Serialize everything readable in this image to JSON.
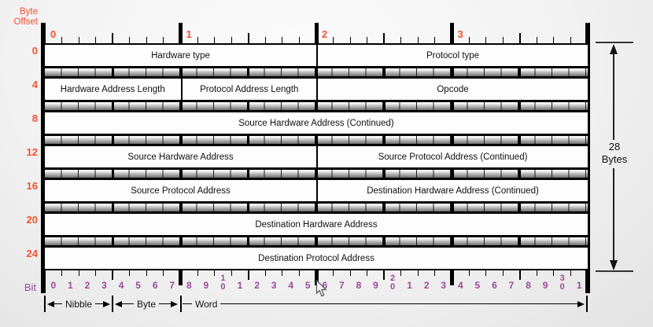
{
  "colors": {
    "accent_orange": "#f4502f",
    "accent_purple": "#9a4a9a",
    "line_black": "#000000"
  },
  "byte_offset_header": {
    "line1": "Byte",
    "line2": "Offset"
  },
  "top_ruler": {
    "byte_labels": [
      "0",
      "1",
      "2",
      "3"
    ]
  },
  "rows": [
    {
      "offset": "0",
      "fields": [
        {
          "label": "Hardware type",
          "bits": 16
        },
        {
          "label": "Protocol type",
          "bits": 16
        }
      ]
    },
    {
      "offset": "4",
      "fields": [
        {
          "label": "Hardware Address Length",
          "bits": 8
        },
        {
          "label": "Protocol Address Length",
          "bits": 8
        },
        {
          "label": "Opcode",
          "bits": 16
        }
      ]
    },
    {
      "offset": "8",
      "fields": [
        {
          "label": "Source Hardware Address (Continued)",
          "bits": 32
        }
      ]
    },
    {
      "offset": "12",
      "fields": [
        {
          "label": "Source Hardware Address",
          "bits": 16
        },
        {
          "label": "Source Protocol Address (Continued)",
          "bits": 16
        }
      ]
    },
    {
      "offset": "16",
      "fields": [
        {
          "label": "Source Protocol Address",
          "bits": 16
        },
        {
          "label": "Destination Hardware Address (Continued)",
          "bits": 16
        }
      ]
    },
    {
      "offset": "20",
      "fields": [
        {
          "label": "Destination Hardware Address",
          "bits": 32
        }
      ]
    },
    {
      "offset": "24",
      "fields": [
        {
          "label": "Destination Protocol Address",
          "bits": 32
        }
      ]
    }
  ],
  "bit_ruler": {
    "caption": "Bit",
    "bit_labels": [
      "0",
      "1",
      "2",
      "3",
      "4",
      "5",
      "6",
      "7",
      "8",
      "9",
      "10",
      "1",
      "2",
      "3",
      "4",
      "5",
      "6",
      "7",
      "8",
      "9",
      "20",
      "1",
      "2",
      "3",
      "4",
      "5",
      "6",
      "7",
      "8",
      "9",
      "30",
      "1"
    ]
  },
  "legend": {
    "nibble": "Nibble",
    "byte": "Byte",
    "word": "Word"
  },
  "size_annotation": {
    "value": "28",
    "unit": "Bytes"
  }
}
